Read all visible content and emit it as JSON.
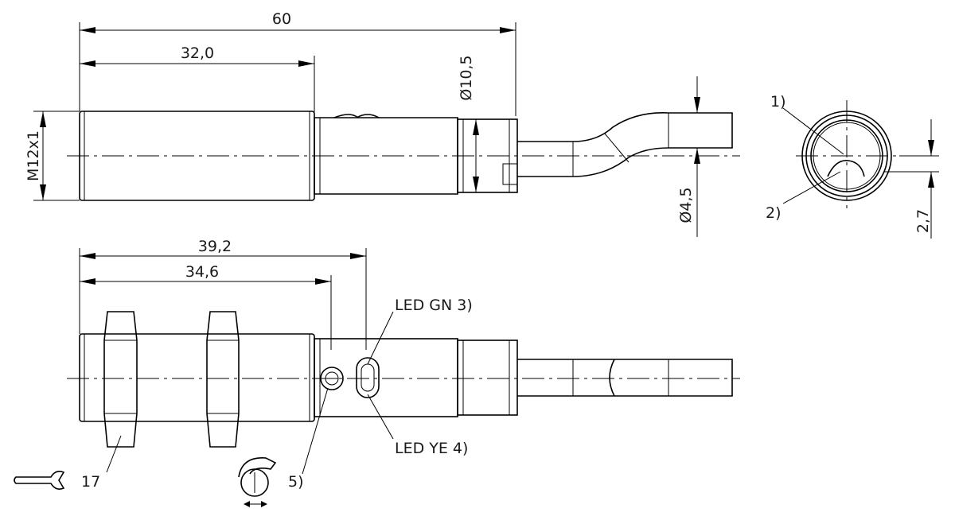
{
  "dimensions": {
    "overall_length": "60",
    "thread_length": "32,0",
    "body_diameter": "Ø10,5",
    "cable_diameter": "Ø4,5",
    "thread_designation": "M12x1",
    "led_gn_position": "39,2",
    "pot_position": "34,6",
    "offset": "2,7"
  },
  "callouts": {
    "ref_1": "1)",
    "ref_2": "2)",
    "led_gn": "LED GN 3)",
    "led_ye": "LED YE 4)",
    "ref_5": "5)",
    "wrench_size": "17"
  },
  "icons": [
    "wrench-icon",
    "potentiometer-icon"
  ]
}
